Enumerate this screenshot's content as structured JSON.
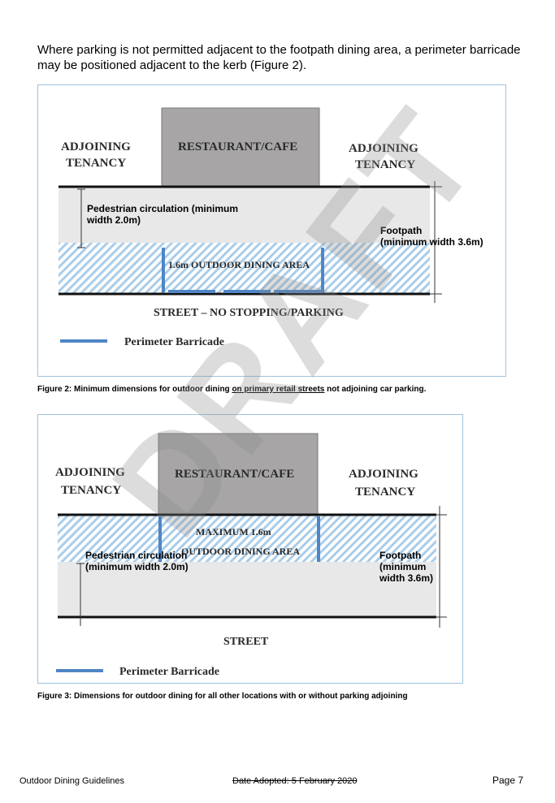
{
  "intro": "Where parking is not permitted adjacent to the footpath dining area, a perimeter barricade may be positioned adjacent to the kerb (Figure 2).",
  "figure2": {
    "adjoining_left_1": "ADJOINING",
    "adjoining_left_2": "TENANCY",
    "restaurant": "RESTAURANT/CAFE",
    "adjoining_right_1": "ADJOINING",
    "adjoining_right_2": "TENANCY",
    "pedestrian_1": "Pedestrian circulation (minimum",
    "pedestrian_2": "width 2.0m)",
    "footpath_1": "Footpath",
    "footpath_2": "(minimum width 3.6m)",
    "dining_area": "1.6m OUTDOOR DINING AREA",
    "street": "STREET – NO STOPPING/PARKING",
    "legend": "Perimeter Barricade",
    "caption_pre": "Figure 2: Minimum dimensions for outdoor dining ",
    "caption_underlined": "on primary retail streets",
    "caption_post": " not adjoining car parking."
  },
  "figure3": {
    "adjoining_left_1": "ADJOINING",
    "adjoining_left_2": "TENANCY",
    "restaurant": "RESTAURANT/CAFE",
    "adjoining_right_1": "ADJOINING",
    "adjoining_right_2": "TENANCY",
    "dining_1": "MAXIMUM 1.6m",
    "dining_2": "OUTDOOR DINING AREA",
    "pedestrian_1": "Pedestrian circulation",
    "pedestrian_2": "(minimum width 2.0m)",
    "footpath_1": "Footpath",
    "footpath_2": "(minimum",
    "footpath_3": "width 3.6m)",
    "street": "STREET",
    "legend": "Perimeter Barricade",
    "caption": "Figure 3: Dimensions for outdoor dining for all other locations with or without parking adjoining"
  },
  "watermark": "DRAFT",
  "footer": {
    "left": "Outdoor Dining Guidelines",
    "middle": "Date Adopted: 5 February 2020",
    "page": "Page 7"
  },
  "colors": {
    "building": "#a7a5a6",
    "barricade": "#4f86c6",
    "hatch": "#a9cdea",
    "frame": "#9cc3de"
  }
}
